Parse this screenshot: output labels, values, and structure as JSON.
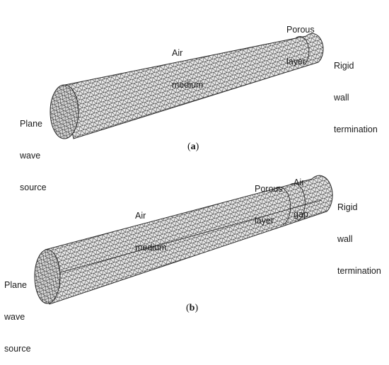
{
  "panel_a": {
    "caption_open": "(",
    "caption_letter": "a",
    "caption_close": ")",
    "labels": {
      "source_line1": "Plane",
      "source_line2": "wave",
      "source_line3": "source",
      "air_line1": "Air",
      "air_line2": "medium",
      "porous_line1": "Porous",
      "porous_line2": "layer",
      "rigid_line1": "Rigid",
      "rigid_line2": "wall",
      "rigid_line3": "termination"
    }
  },
  "panel_b": {
    "caption_open": "(",
    "caption_letter": "b",
    "caption_close": ")",
    "labels": {
      "source_line1": "Plane",
      "source_line2": "wave",
      "source_line3": "source",
      "air_line1": "Air",
      "air_line2": "medium",
      "porous_line1": "Porous",
      "porous_line2": "layer",
      "gap_line1": "Air",
      "gap_line2": "gap",
      "rigid_line1": "Rigid",
      "rigid_line2": "wall",
      "rigid_line3": "termination"
    }
  },
  "colors": {
    "mesh_stroke": "#2a2a2a",
    "cylinder_fill": "#e9e9e9",
    "end_fill": "#d8d8d8"
  }
}
